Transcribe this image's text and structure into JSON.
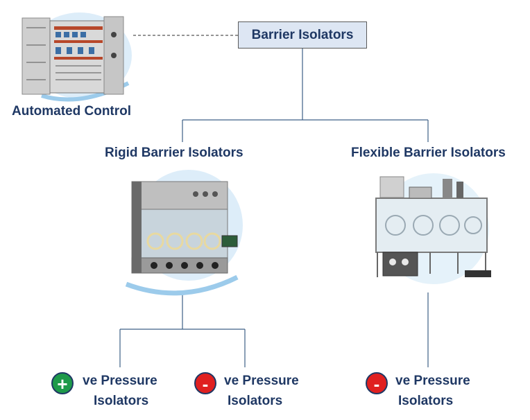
{
  "root": {
    "label": "Barrier Isolators"
  },
  "side": {
    "label": "Automated Control",
    "image": "control-panel-cabinet"
  },
  "branches": [
    {
      "label": "Rigid Barrier Isolators",
      "image": "rigid-isolator-unit",
      "children": [
        {
          "sign": "+",
          "line1": "ve Pressure",
          "line2": "Isolators",
          "color": "#1e9a4a"
        },
        {
          "sign": "-",
          "line1": "ve Pressure",
          "line2": "Isolators",
          "color": "#e02020"
        }
      ]
    },
    {
      "label": "Flexible Barrier Isolators",
      "image": "flexible-isolator-unit",
      "children": [
        {
          "sign": "-",
          "line1": "ve Pressure",
          "line2": "Isolators",
          "color": "#e02020"
        }
      ]
    }
  ],
  "colors": {
    "text": "#1f3864",
    "box_fill": "#dde6f3",
    "line": "#3d5f86"
  }
}
